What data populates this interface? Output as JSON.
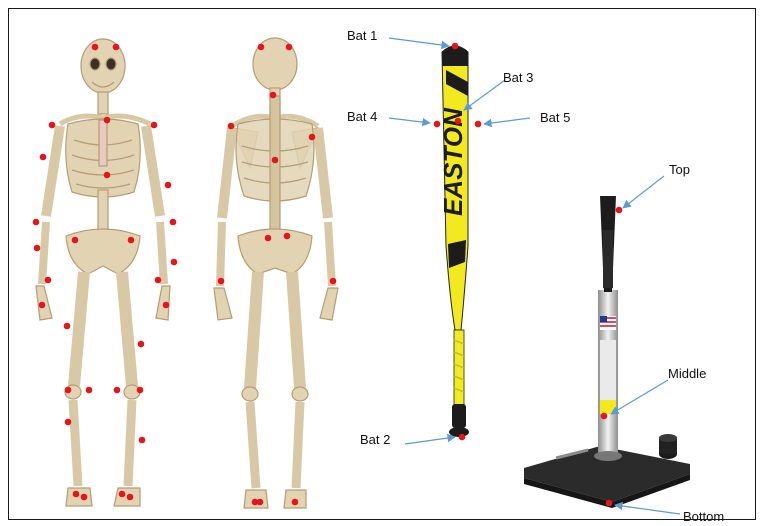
{
  "labels": {
    "bat1": "Bat 1",
    "bat2": "Bat 2",
    "bat3": "Bat 3",
    "bat4": "Bat 4",
    "bat5": "Bat 5",
    "top": "Top",
    "middle": "Middle",
    "bottom": "Bottom"
  },
  "bat_brand": "EASTON",
  "colors": {
    "marker": "#e8141c",
    "arrow": "#5b9bd5",
    "bone": "#e2d3b3",
    "bone_shade": "#b59d74",
    "bat_yellow": "#f2ea1e",
    "bat_black": "#1c1c1c",
    "stand_black": "#2b2b2b",
    "metal": "#c9c9c9"
  }
}
